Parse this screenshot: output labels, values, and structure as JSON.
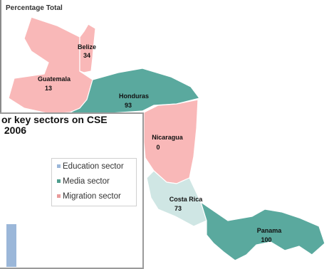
{
  "map": {
    "title": "",
    "subtitle": "Percentage Total"
  },
  "colors": {
    "low": "#f9b8b8",
    "mid": "#cfe6e4",
    "high": "#5aa99e"
  },
  "chart_data": [
    {
      "type": "map",
      "subtitle": "Percentage Total",
      "regions": [
        {
          "name": "Belize",
          "value": 34,
          "label": "34",
          "color": "#f9b8b8"
        },
        {
          "name": "Guatemala",
          "value": 13,
          "label": "13",
          "color": "#f9b8b8"
        },
        {
          "name": "Honduras",
          "value": 93,
          "label": "93",
          "color": "#5aa99e"
        },
        {
          "name": "Nicaragua",
          "value": 0,
          "label": "0",
          "color": "#f9b8b8"
        },
        {
          "name": "Costa Rica",
          "value": 73,
          "label": "73",
          "color": "#cfe6e4"
        },
        {
          "name": "Panama",
          "value": 100,
          "label": "100",
          "color": "#5aa99e"
        }
      ]
    },
    {
      "type": "bar",
      "title_lines": [
        "or key sectors on CSE",
        " 2006"
      ],
      "legend": [
        {
          "label": "Education sector",
          "color": "#9bb7d9"
        },
        {
          "label": "Media sector",
          "color": "#4f9e8e"
        },
        {
          "label": "Migration sector",
          "color": "#e99b9b"
        }
      ]
    }
  ]
}
